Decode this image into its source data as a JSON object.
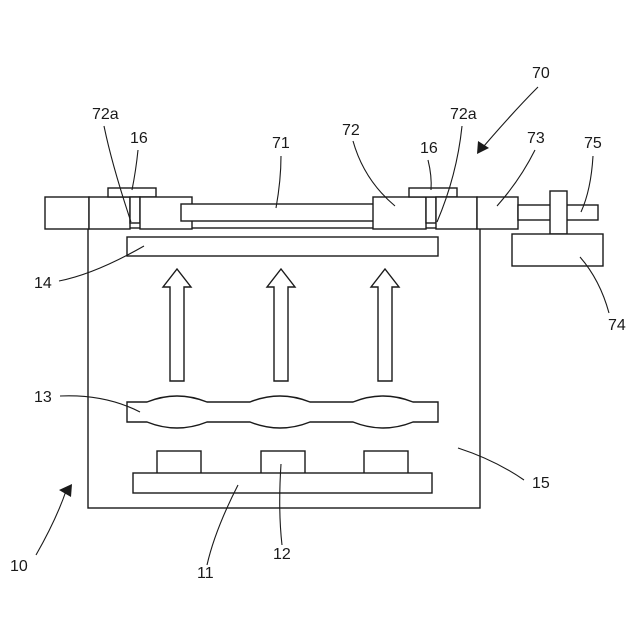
{
  "labels": {
    "device": "10",
    "plate": "11",
    "source": "12",
    "lens": "13",
    "window": "14",
    "chamber": "15",
    "clamp_left": "16",
    "clamp_right": "16",
    "unit": "70",
    "substrate": "71",
    "holder": "72",
    "notch_left": "72a",
    "notch_right": "72a",
    "arm": "73",
    "motor": "74",
    "shaft": "75"
  }
}
